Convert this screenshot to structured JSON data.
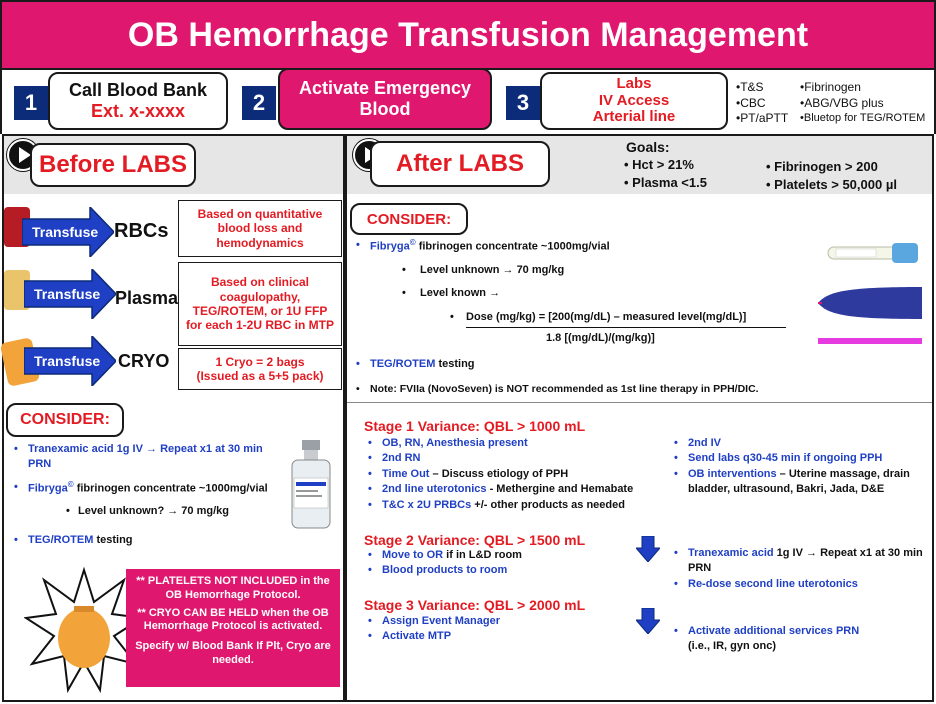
{
  "title": "OB Hemorrhage Transfusion Management",
  "steps": [
    {
      "num": "1",
      "line1": "Call Blood Bank",
      "line2": "Ext. x-xxxx"
    },
    {
      "num": "2",
      "line1": "Activate Emergency",
      "line2": "Blood"
    },
    {
      "num": "3",
      "line1": "Labs",
      "line2": "IV Access",
      "line3": "Arterial line"
    }
  ],
  "labs_list": {
    "col1": [
      "•T&S",
      "•CBC",
      "•PT/aPTT"
    ],
    "col2": [
      "•Fibrinogen",
      "•ABG/VBG plus",
      "•Bluetop for TEG/ROTEM"
    ]
  },
  "before": {
    "heading": "Before LABS",
    "rows": [
      {
        "action": "Transfuse",
        "product": "RBCs",
        "note": "Based on quantitative blood loss and hemodynamics"
      },
      {
        "action": "Transfuse",
        "product": "Plasma",
        "note": "Based on clinical coagulopathy, TEG/ROTEM, or 1U FFP for each 1-2U RBC in MTP"
      },
      {
        "action": "Transfuse",
        "product": "CRYO",
        "note1": "1 Cryo = 2 bags",
        "note2": "(Issued as a 5+5 pack)"
      }
    ],
    "consider": {
      "label": "CONSIDER:",
      "txa_drug": "Tranexamic acid",
      "txa_rest": " 1g IV → Repeat x1 at 30 min PRN",
      "fib_drug": "Fibryga",
      "fib_mark": "©",
      "fib_rest": " fibrinogen concentrate ~1000mg/vial",
      "level_unknown": "Level unknown? → 70 mg/kg",
      "teg": "TEG/ROTEM",
      "teg_rest": " testing"
    },
    "notes": {
      "n1": "** PLATELETS NOT INCLUDED in the OB Hemorrhage Protocol.",
      "n2": "** CRYO CAN BE HELD when the OB Hemorrhage Protocol is activated.",
      "n3": "Specify w/ Blood Bank If Plt, Cryo are needed."
    }
  },
  "after": {
    "heading": "After LABS",
    "goals_label": "Goals:",
    "goals": [
      "• Hct > 21%",
      "• Plasma <1.5",
      "• Fibrinogen > 200",
      "• Platelets > 50,000 µl"
    ],
    "consider": {
      "label": "CONSIDER:",
      "fib_drug": "Fibryga",
      "fib_mark": "©",
      "fib_rest": " fibrinogen concentrate ~1000mg/vial",
      "level_unknown": "Level unknown → 70 mg/kg",
      "level_known": "Level known →",
      "dose_num": "Dose (mg/kg) = [200(mg/dL) – measured level(mg/dL)]",
      "dose_den": "1.8 [(mg/dL)/(mg/kg)]",
      "teg": "TEG/ROTEM",
      "teg_rest": " testing",
      "note": "Note: FVIIa (NovoSeven) is NOT recommended as 1st line therapy in PPH/DIC."
    }
  },
  "stages": {
    "s1": {
      "title": "Stage 1 Variance: QBL > 1000 mL",
      "left": [
        "OB, RN, Anesthesia present",
        "2nd RN",
        "Time Out",
        "2nd line uterotonics",
        "T&C x 2U PRBCs"
      ],
      "time_out_rest": " – Discuss etiology of PPH",
      "uterotonics_rest": " - Methergine and Hemabate",
      "prbc_rest": " +/- other products as needed",
      "right_iv": "2nd IV",
      "right_labs": "Send labs q30-45 min if ongoing PPH",
      "right_ob": "OB interventions",
      "right_ob_rest": " – Uterine massage, drain bladder, ultrasound, Bakri, Jada, D&E"
    },
    "s2": {
      "title": "Stage 2 Variance: QBL > 1500 mL",
      "left": [
        "Move to OR",
        "Blood products to room"
      ],
      "or_rest": " if in L&D room",
      "right_txa": "Tranexamic acid",
      "right_txa_rest": " 1g IV → Repeat x1 at 30 min PRN",
      "right_redose": "Re-dose second line uterotonics"
    },
    "s3": {
      "title": "Stage 3 Variance: QBL > 2000 mL",
      "left": [
        "Assign Event Manager",
        "Activate MTP"
      ],
      "right_services": "Activate additional services PRN",
      "right_examples": "(i.e., IR, gyn onc)"
    }
  },
  "colors": {
    "brand_pink": "#e0176f",
    "accent_red": "#e31b23",
    "accent_blue": "#1f3fc4",
    "step_navy": "#0c2b78"
  }
}
